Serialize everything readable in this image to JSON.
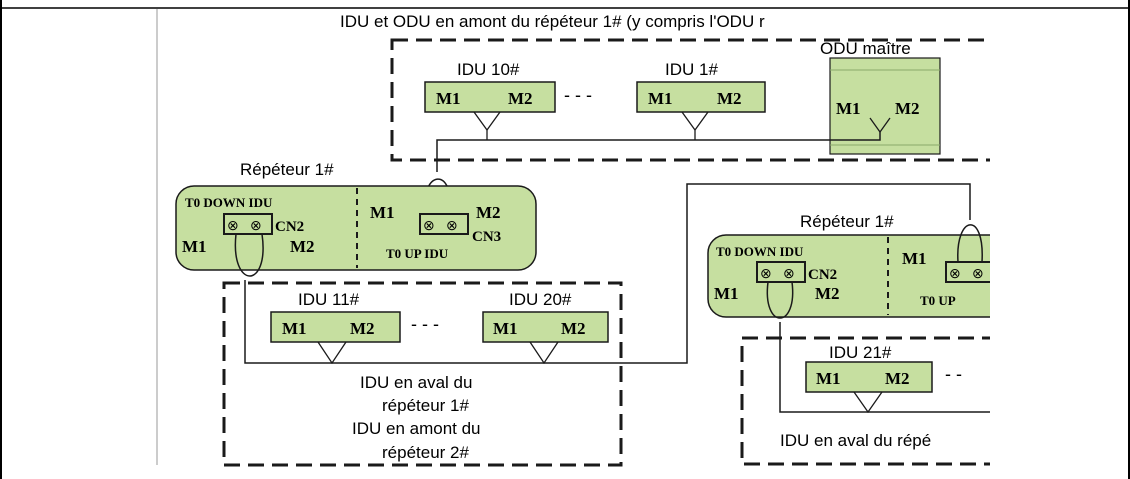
{
  "colors": {
    "box_fill": "#c6dfa0",
    "box_stroke": "#1a1a1a",
    "line": "#1a1a1a",
    "background": "#ffffff",
    "border": "#000000"
  },
  "upper_group": {
    "caption": "IDU et ODU en amont du répéteur 1# (y compris l'ODU r",
    "idu_a": {
      "title": "IDU 10#",
      "m1": "M1",
      "m2": "M2"
    },
    "idu_b": {
      "title": "IDU 1#",
      "m1": "M1",
      "m2": "M2"
    },
    "ellipsis": "- - -",
    "odu": {
      "title": "ODU maître",
      "m1": "M1",
      "m2": "M2"
    }
  },
  "repeater_1": {
    "title": "Répéteur 1#",
    "down_label": "T0 DOWN IDU",
    "cn2": "CN2",
    "cn3": "CN3",
    "up_label": "T0 UP IDU",
    "m1_down": "M1",
    "m2_down": "M2",
    "m1_up": "M1",
    "m2_up": "M2"
  },
  "lower_group": {
    "idu_a": {
      "title": "IDU 11#",
      "m1": "M1",
      "m2": "M2"
    },
    "idu_b": {
      "title": "IDU 20#",
      "m1": "M1",
      "m2": "M2"
    },
    "ellipsis": "- - -",
    "caption_lines": [
      "IDU en aval du",
      "répéteur 1#",
      "IDU en amont du",
      "répéteur 2#"
    ]
  },
  "repeater_2": {
    "title": "Répéteur 1#",
    "down_label": "T0 DOWN IDU",
    "cn2": "CN2",
    "up_label": "T0 UP",
    "m1_down": "M1",
    "m2_down": "M2",
    "m1_up": "M1"
  },
  "right_group": {
    "idu_a": {
      "title": "IDU 21#",
      "m1": "M1",
      "m2": "M2"
    },
    "ellipsis": "- -",
    "caption": "IDU en aval du répé"
  }
}
